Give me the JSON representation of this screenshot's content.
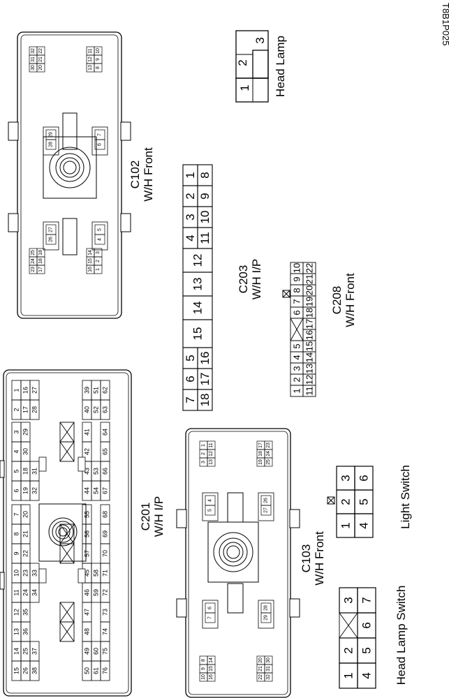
{
  "reference_code": "T8B1P025",
  "labels": {
    "head_lamp": "Head Lamp",
    "c102_name": "C102",
    "c102_desc": "W/H Front",
    "c203_name": "C203",
    "c203_desc": "W/H I/P",
    "c208_name": "C208",
    "c208_desc": "W/H Front",
    "c201_name": "C201",
    "c201_desc": "W/H I/P",
    "c103_name": "C103",
    "c103_desc": "W/H Front",
    "light_switch": "Light Switch",
    "head_lamp_switch": "Head Lamp Switch"
  },
  "head_lamp_pins": [
    "1",
    "2",
    "3"
  ],
  "light_switch_pins": [
    [
      "1",
      "2",
      "3"
    ],
    [
      "4",
      "5",
      "6"
    ]
  ],
  "head_lamp_switch_pins": [
    [
      "1",
      "2",
      "",
      "3"
    ],
    [
      "4",
      "5",
      "6",
      "7"
    ]
  ],
  "c203_pins": {
    "top": [
      "7",
      "6",
      "5",
      "15",
      "14",
      "13",
      "12",
      "4",
      "3",
      "2",
      "1"
    ],
    "bottom": [
      "18",
      "17",
      "16",
      "11",
      "10",
      "9",
      "8"
    ]
  },
  "c208_pins": {
    "top": [
      "1",
      "2",
      "3",
      "4",
      "5",
      "6",
      "7",
      "8",
      "9",
      "10"
    ],
    "bottom": [
      "11",
      "12",
      "13",
      "14",
      "15",
      "16",
      "17",
      "18",
      "19",
      "20",
      "21",
      "22"
    ]
  },
  "c102_pins": {
    "g_top_left": [
      [
        "23",
        "24",
        "25"
      ],
      [
        "17",
        "18",
        "18"
      ]
    ],
    "g_top_mid": [
      "26",
      "27"
    ],
    "g_top_right": [
      "28",
      "29"
    ],
    "g_top_far": [
      [
        "30",
        "31",
        "32"
      ],
      [
        "20",
        "21",
        "22"
      ]
    ],
    "g_bot_left": [
      [
        "16",
        "15",
        "14"
      ],
      [
        "1",
        "2",
        "3"
      ]
    ],
    "g_bot_mid": [
      "4",
      "5"
    ],
    "g_bot_right": [
      "6",
      "7"
    ],
    "g_bot_far": [
      [
        "13",
        "12",
        "11"
      ],
      [
        "8",
        "9",
        "10"
      ]
    ]
  },
  "c103_pins": {
    "g_top_left": [
      [
        "10",
        "9",
        "8"
      ],
      [
        "16",
        "15",
        "14"
      ]
    ],
    "g_top_a": [
      "7",
      "6"
    ],
    "g_top_b": [
      "5",
      "4"
    ],
    "g_top_right": [
      [
        "3",
        "2",
        "1"
      ],
      [
        "13",
        "12",
        "11"
      ]
    ],
    "g_bot_left": [
      [
        "22",
        "21",
        "20"
      ],
      [
        "32",
        "31",
        "30"
      ]
    ],
    "g_bot_a": [
      "29",
      "28"
    ],
    "g_bot_b": [
      "27",
      "26"
    ],
    "g_bot_right": [
      [
        "19",
        "18",
        "17"
      ],
      [
        "25",
        "24",
        "23"
      ]
    ]
  },
  "c201_pins": {
    "rows_top": [
      [
        "15",
        "14",
        "13",
        "12",
        "11",
        "10",
        "9",
        "8",
        "7",
        "6",
        "5",
        "4",
        "3",
        "2",
        "1"
      ],
      [
        "26",
        "25",
        "36",
        "35",
        "24",
        "23",
        "22",
        "21",
        "20",
        "19",
        "18",
        "30",
        "29",
        "17",
        "16"
      ],
      [
        "38",
        "37",
        "",
        "",
        "34",
        "33",
        "",
        "",
        "",
        "32",
        "31",
        "",
        "",
        "28",
        "27"
      ]
    ],
    "rows_bottom": [
      [
        "50",
        "49",
        "48",
        "47",
        "46",
        "45",
        "57",
        "56",
        "55",
        "44",
        "43",
        "42",
        "41",
        "40",
        "39"
      ],
      [
        "61",
        "60",
        "",
        "",
        "59",
        "58",
        "",
        "",
        "",
        "54",
        "53",
        "",
        "",
        "52",
        "51"
      ],
      [
        "76",
        "75",
        "74",
        "73",
        "72",
        "71",
        "70",
        "69",
        "68",
        "67",
        "66",
        "65",
        "64",
        "63",
        "62"
      ]
    ]
  }
}
